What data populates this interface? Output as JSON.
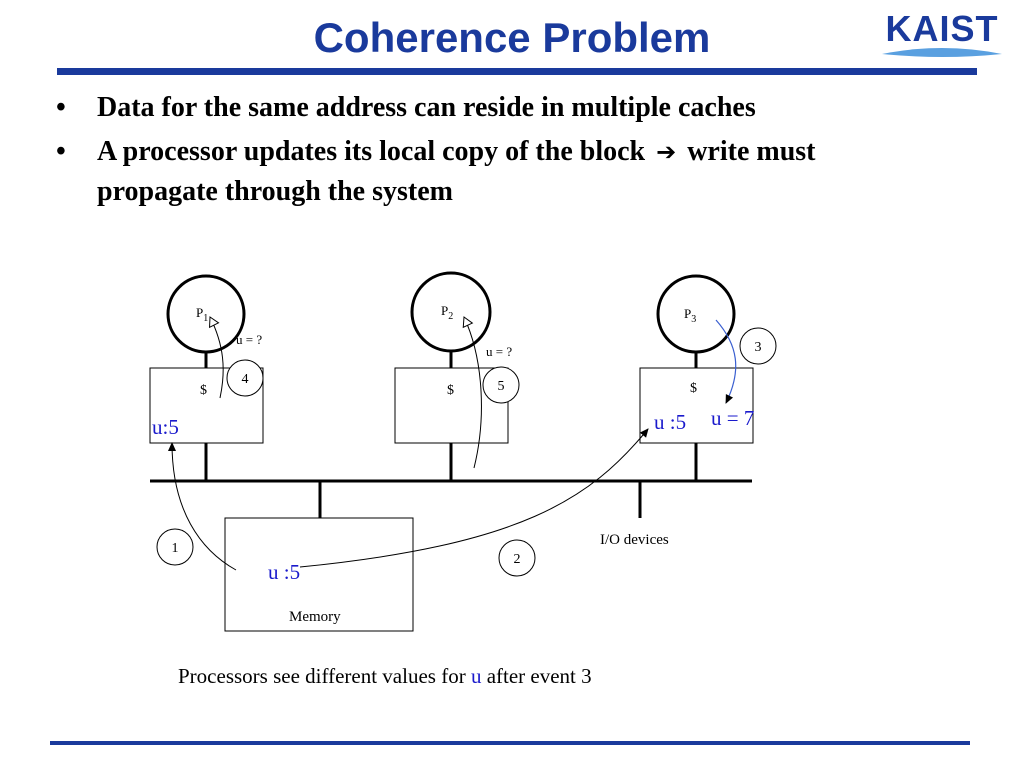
{
  "slide": {
    "title": "Coherence Problem",
    "logo_text": "KAIST",
    "bullets": [
      "Data for the same address can reside in multiple caches",
      {
        "before": "A processor updates its local copy of the block",
        "arrow": "➔",
        "after": "write must propagate through the system"
      }
    ],
    "caption": {
      "before": "Processors see different values for ",
      "highlight": "u",
      "after": " after event 3"
    }
  },
  "diagram": {
    "processors": [
      {
        "label": "P",
        "sub": "1",
        "cache_symbol": "$",
        "cache_value": "u:5",
        "query": "u = ?",
        "event": "4"
      },
      {
        "label": "P",
        "sub": "2",
        "cache_symbol": "$",
        "query": "u = ?",
        "event": "5"
      },
      {
        "label": "P",
        "sub": "3",
        "cache_symbol": "$",
        "cache_value": "u :5",
        "write": "u = 7",
        "event": "3"
      }
    ],
    "memory": {
      "label": "Memory",
      "value": "u :5"
    },
    "io_label": "I/O devices",
    "events": [
      "1",
      "2"
    ]
  },
  "colors": {
    "brand": "#1a3a9c",
    "value_blue": "#1a1acc",
    "write_arrow": "#3a5fd0",
    "line": "#000000"
  }
}
